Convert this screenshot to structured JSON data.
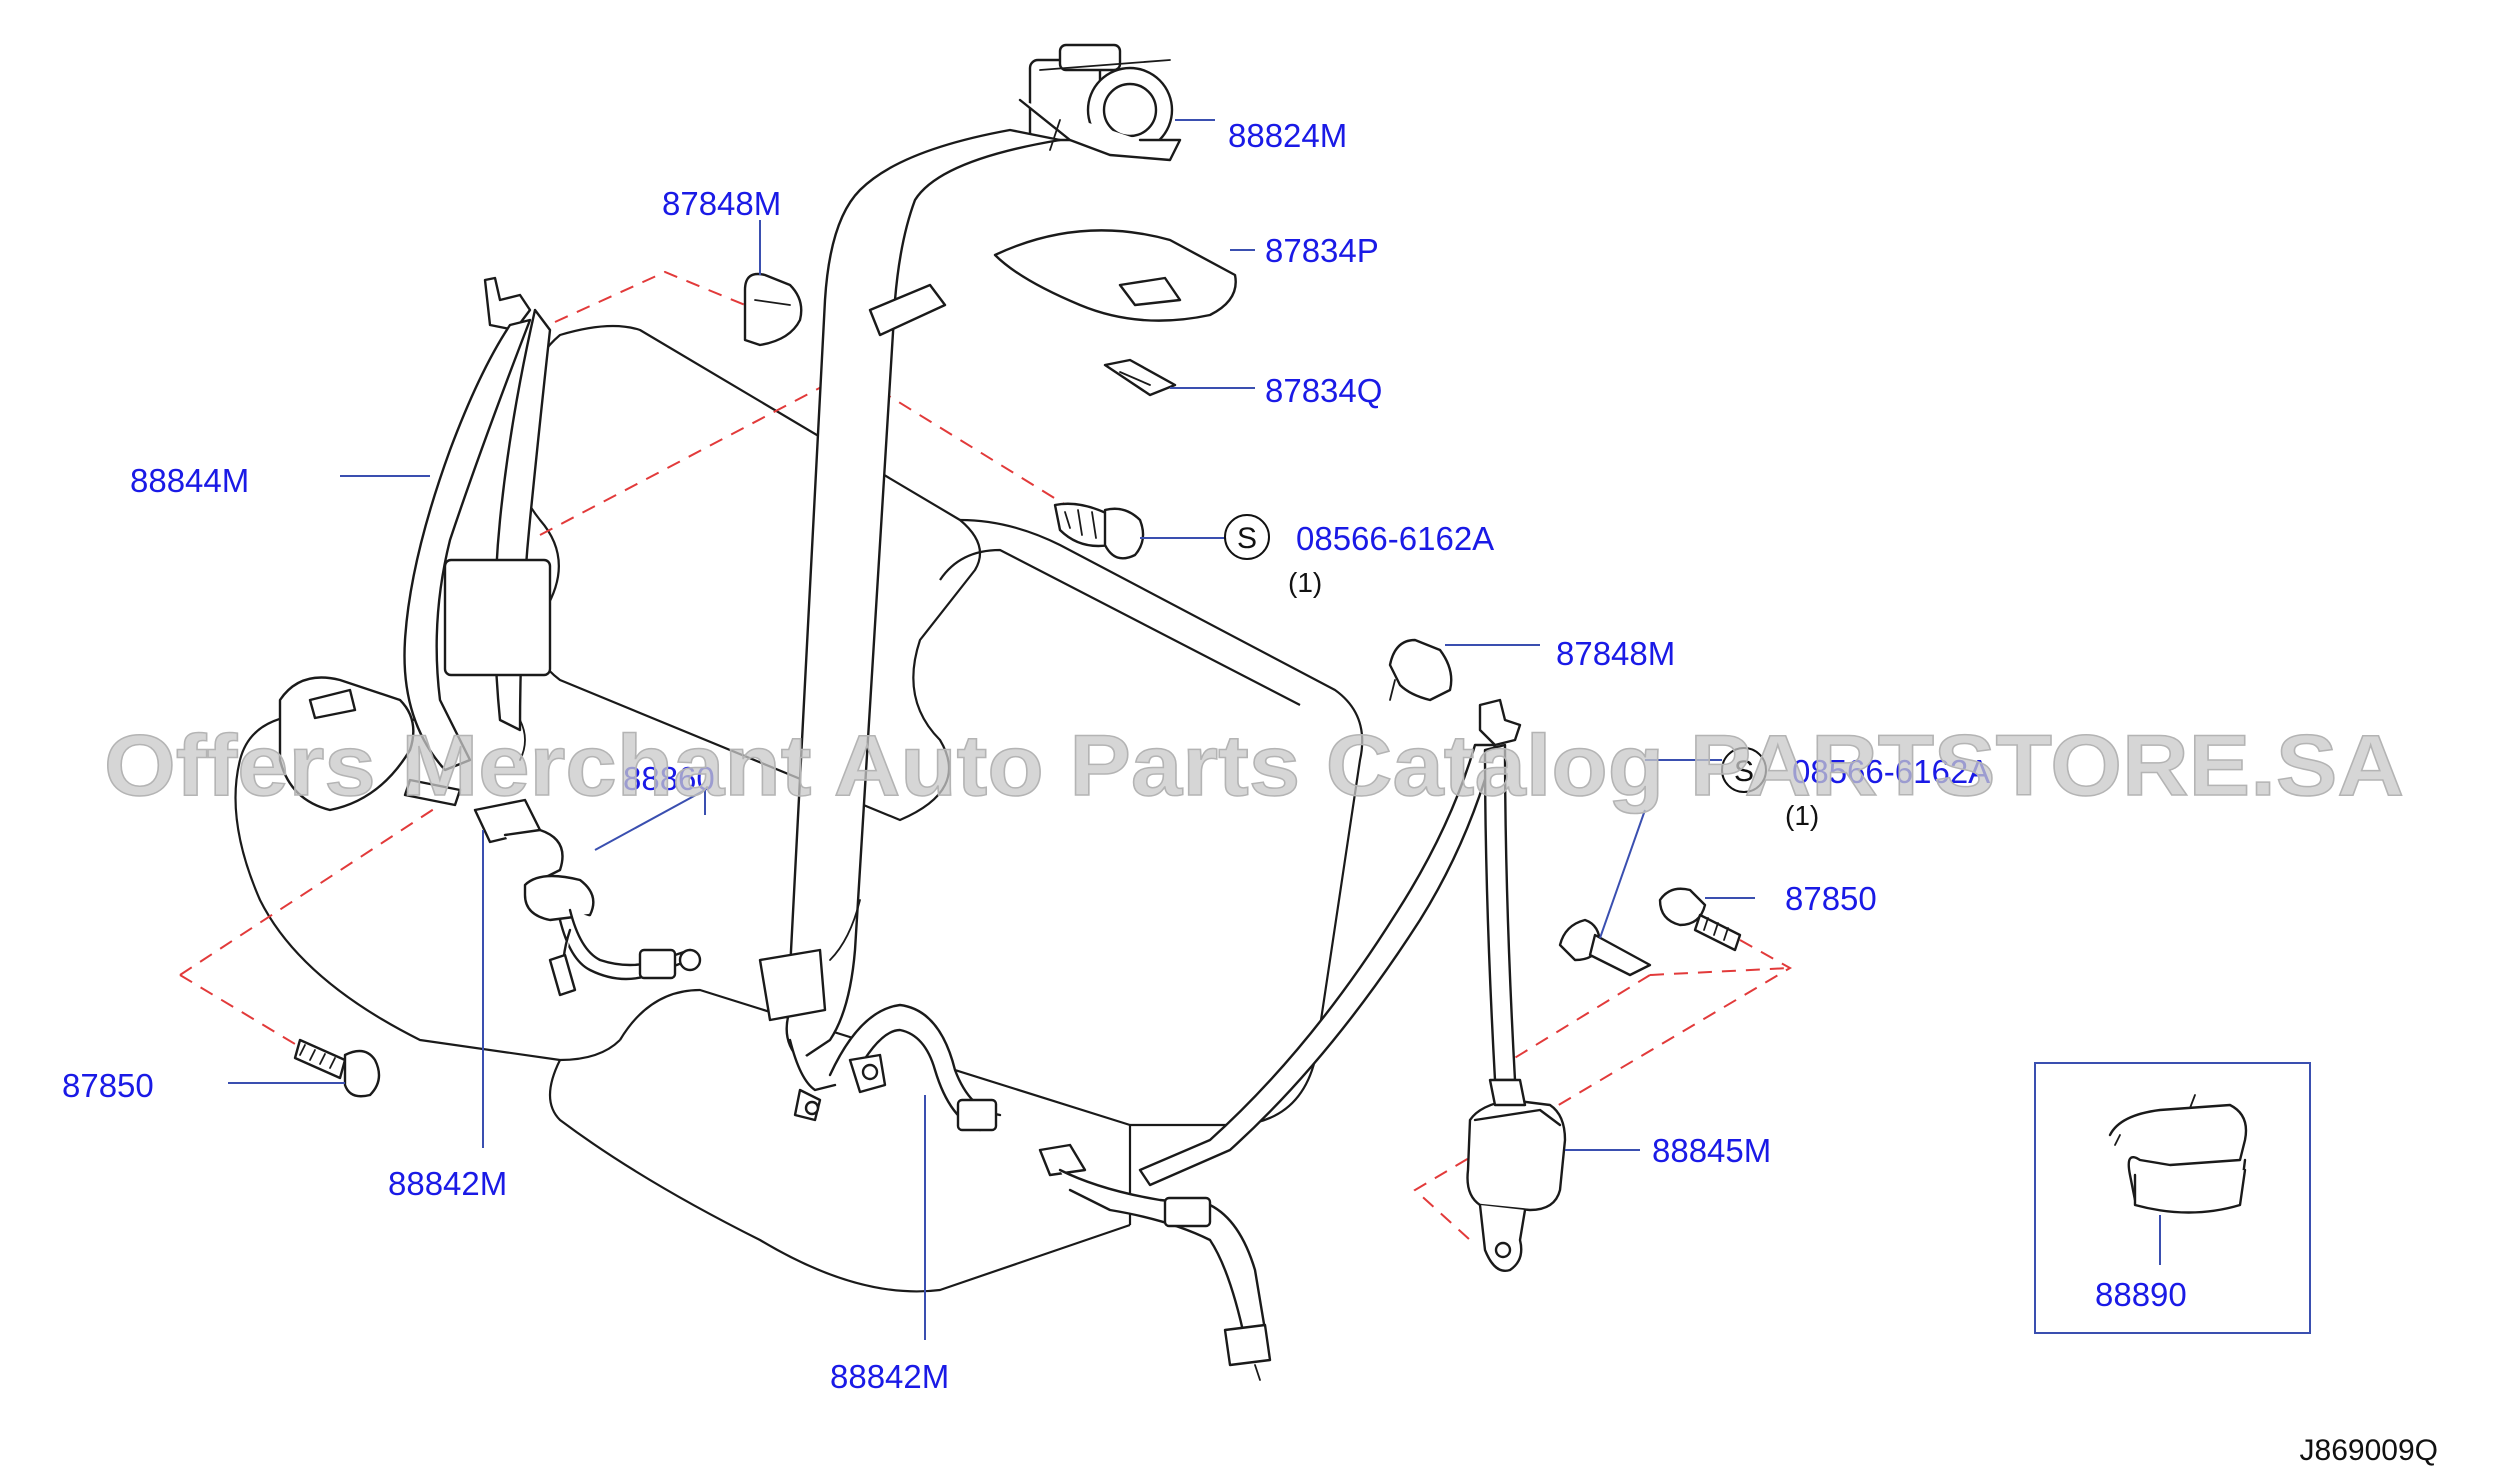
{
  "diagram": {
    "figure_number": "J869009Q",
    "watermark": "Offers Merchant Auto Parts Catalog PARTSTORE.SA",
    "standard_part_symbol": "S",
    "callouts": {
      "retractor_top": "88824M",
      "cover_top_left": "87848M",
      "trim_cover": "87834P",
      "trim_clip": "87834Q",
      "lap_belt_left": "88844M",
      "std_bolt_top": "08566-6162A",
      "std_bolt_top_qty": "(1)",
      "cover_right": "87848M",
      "std_bolt_right": "08566-6162A",
      "std_bolt_right_qty": "(1)",
      "buckle_center": "88860",
      "bolt_right": "87850",
      "bolt_left": "87850",
      "buckle_left": "88842M",
      "retractor_right": "88845M",
      "buckle_bottom": "88842M",
      "inset_part": "88890"
    }
  }
}
